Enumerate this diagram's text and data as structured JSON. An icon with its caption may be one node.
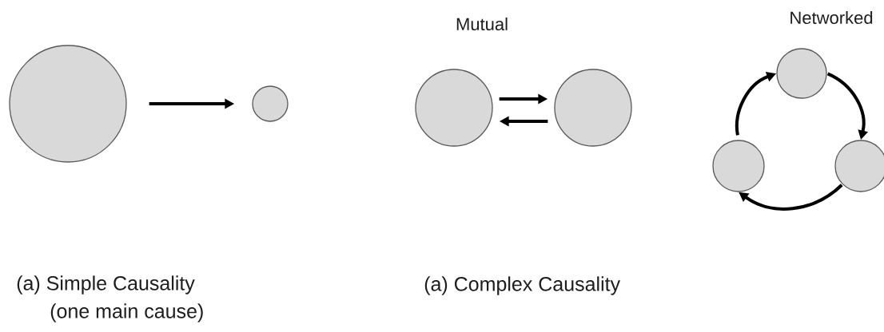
{
  "diagram": {
    "nodes": [
      {
        "text": [],
        "shape": "circle"
      },
      {
        "text": [],
        "shape": "circle"
      },
      {
        "text": [],
        "shape": "circle"
      },
      {
        "text": [],
        "shape": "circle"
      },
      {
        "text": [],
        "shape": "circle"
      },
      {
        "text": [],
        "shape": "circle"
      },
      {
        "text": [],
        "shape": "circle"
      }
    ],
    "edges": [
      {
        "from": 0,
        "to": 1,
        "arrow": "to"
      },
      {
        "from": 2,
        "to": 3,
        "arrow": "to"
      },
      {
        "from": 3,
        "to": 2,
        "arrow": "to"
      },
      {
        "from": 4,
        "to": 5,
        "arrow": "to"
      },
      {
        "from": 5,
        "to": 6,
        "arrow": "to"
      },
      {
        "from": 6,
        "to": 4,
        "arrow": "to"
      }
    ],
    "labels": [
      "Mutual",
      "Networked",
      "(a) Simple Causality",
      "(one main cause)",
      "(a) Complex Causality"
    ]
  }
}
